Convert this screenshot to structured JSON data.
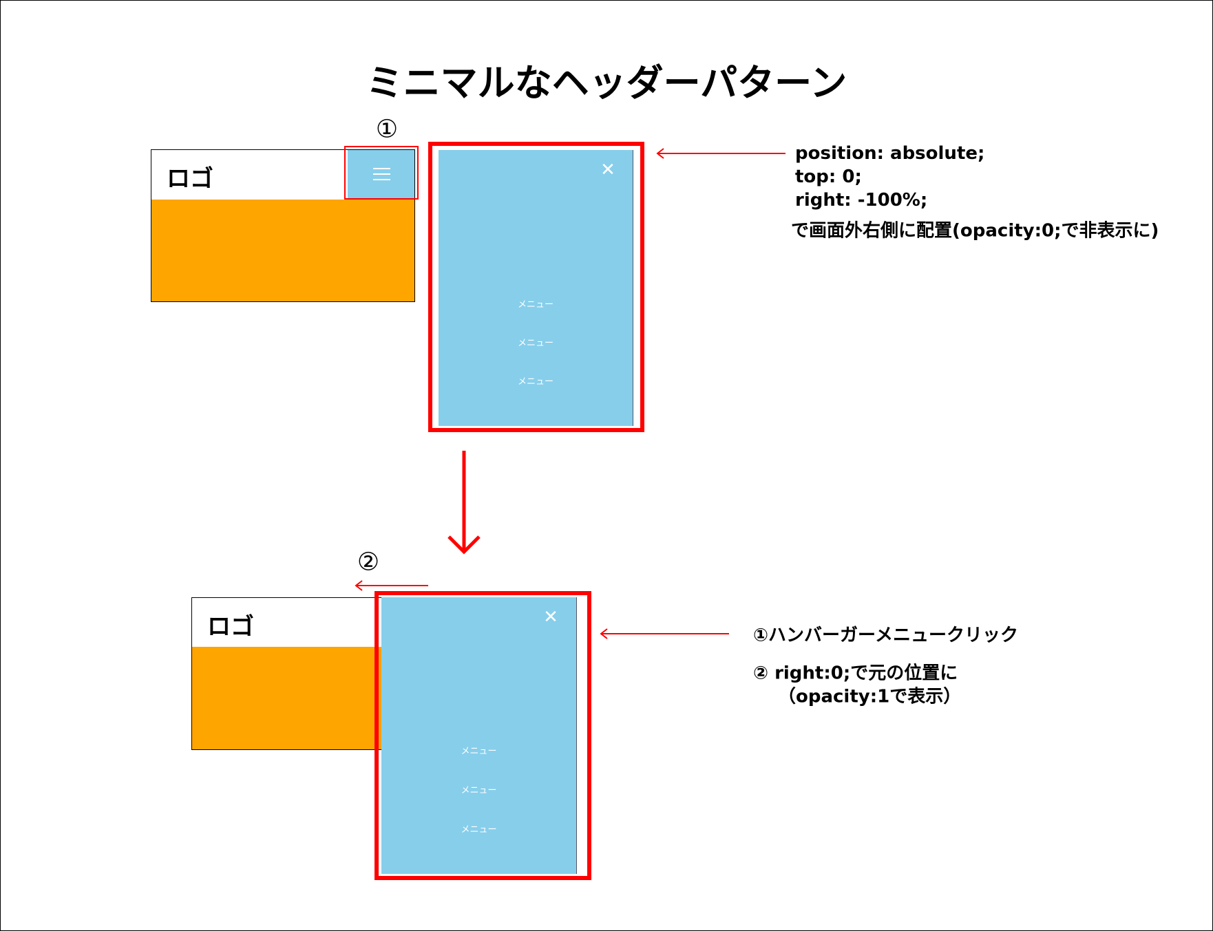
{
  "title": "ミニマルなヘッダーパターン",
  "step1": {
    "marker": "①",
    "logo": "ロゴ",
    "close_icon": "close-icon",
    "menu_items": [
      "メニュー",
      "メニュー",
      "メニュー"
    ],
    "notes": [
      "position: absolute;",
      "top: 0;",
      "right: -100%;",
      "で画面外右側に配置(opacity:0;で非表示に)"
    ]
  },
  "step2": {
    "marker": "②",
    "logo": "ロゴ",
    "menu_items": [
      "メニュー",
      "メニュー",
      "メニュー"
    ],
    "notes": [
      "①ハンバーガーメニュークリック",
      "② right:0;で元の位置に",
      "（opacity:1で表示）"
    ]
  },
  "colors": {
    "accent": "#ff0000",
    "drawer": "#87ceeb",
    "content": "#ffa500"
  }
}
